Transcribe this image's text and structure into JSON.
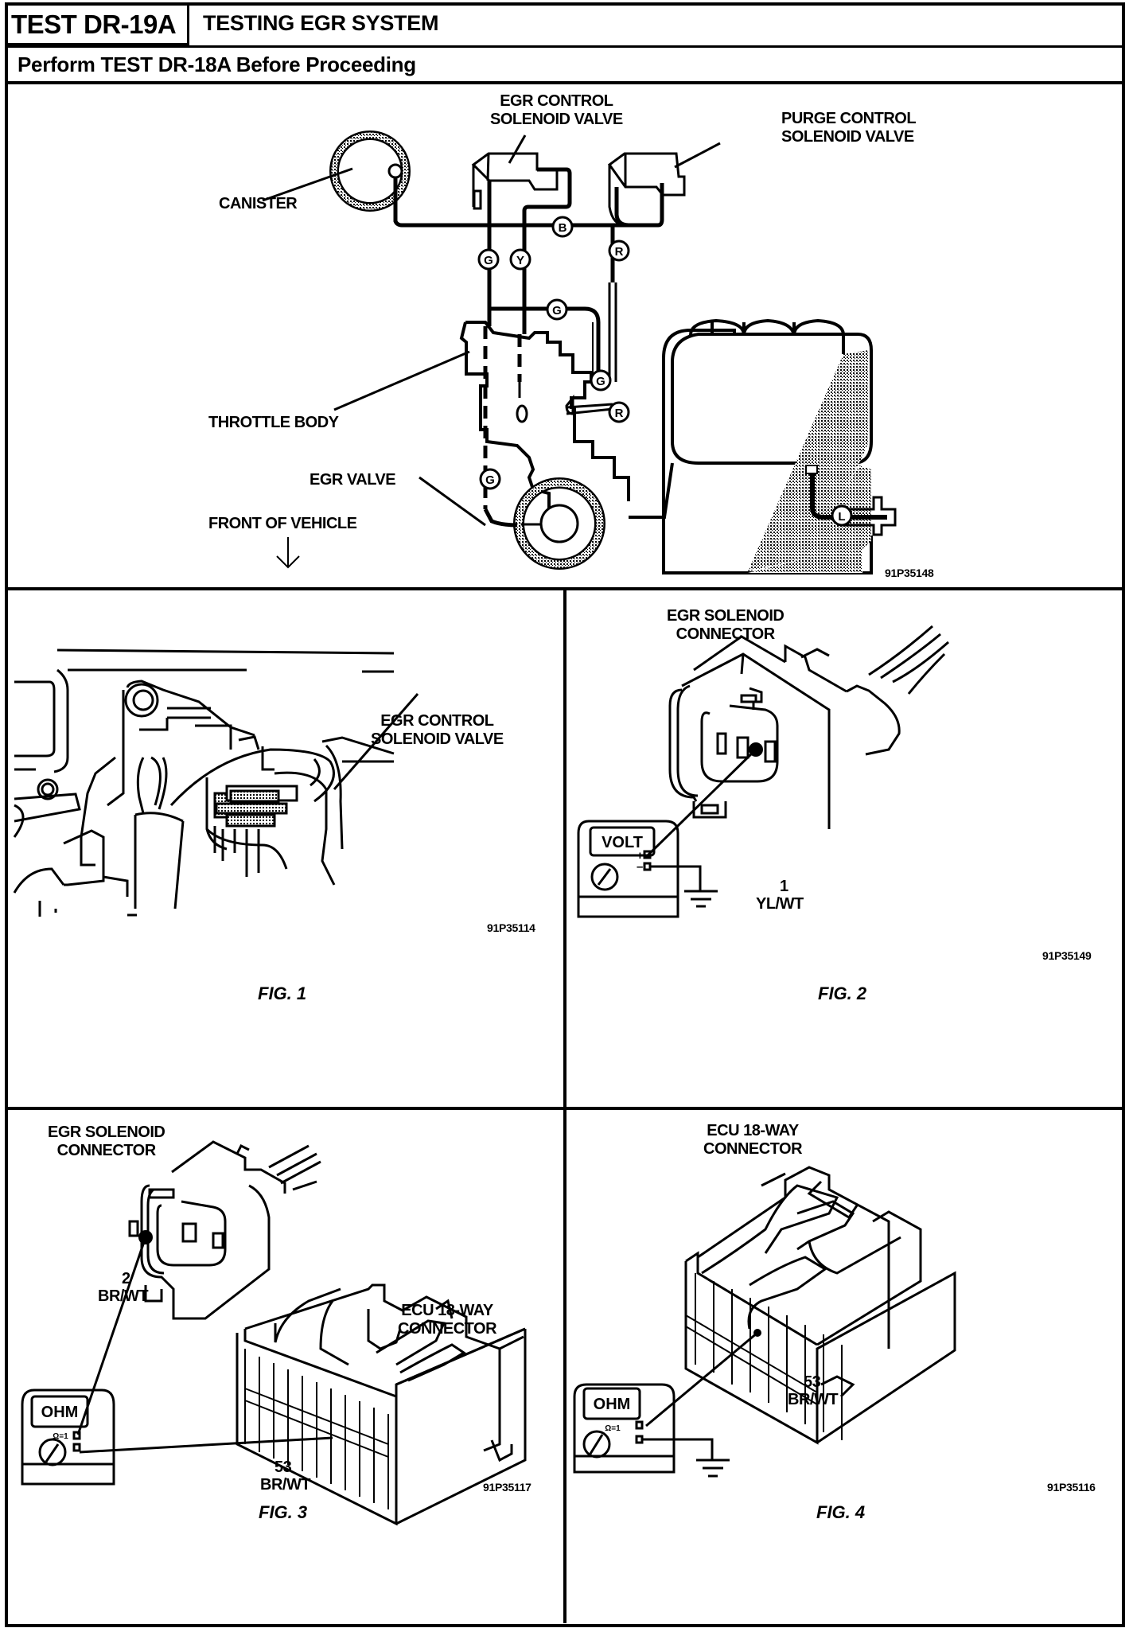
{
  "header": {
    "test_id": "TEST DR-19A",
    "title": "TESTING EGR SYSTEM",
    "subtitle": "Perform TEST DR-18A Before Proceeding"
  },
  "top_diagram": {
    "labels": {
      "egr_control_valve": [
        "EGR CONTROL",
        "SOLENOID VALVE"
      ],
      "purge_control_valve": [
        "PURGE CONTROL",
        "SOLENOID VALVE"
      ],
      "canister": "CANISTER",
      "throttle_body": "THROTTLE BODY",
      "egr_valve": "EGR VALVE",
      "front_of_vehicle": "FRONT OF VEHICLE"
    },
    "hose_codes": [
      "B",
      "G",
      "Y",
      "R",
      "G",
      "G",
      "R",
      "G",
      "L"
    ],
    "arrow_icon": "down-arrow",
    "figure_code": "91P35148"
  },
  "figures": [
    {
      "caption": "FIG. 1",
      "code": "91P35114",
      "labels": [
        "EGR CONTROL",
        "SOLENOID VALVE"
      ]
    },
    {
      "caption": "FIG. 2",
      "code": "91P35149",
      "connector_label": [
        "EGR SOLENOID",
        "CONNECTOR"
      ],
      "pin": "1",
      "wire": "YL/WT",
      "meter_display": "VOLT",
      "terminal_plus": "+",
      "terminal_minus": "–"
    },
    {
      "caption": "FIG. 3",
      "code": "91P35117",
      "connector_label": [
        "EGR SOLENOID",
        "CONNECTOR"
      ],
      "ecu_label": [
        "ECU 18-WAY",
        "CONNECTOR"
      ],
      "pin_solenoid": "2",
      "wire_solenoid": "BR/WT",
      "pin_ecu": "53",
      "wire_ecu": "BR/WT",
      "meter_display": "OHM",
      "meter_range": "Ω=1"
    },
    {
      "caption": "FIG. 4",
      "code": "91P35116",
      "ecu_label": [
        "ECU 18-WAY",
        "CONNECTOR"
      ],
      "pin_ecu": "53",
      "wire_ecu": "BR/WT",
      "meter_display": "OHM",
      "meter_range": "Ω=1"
    }
  ]
}
